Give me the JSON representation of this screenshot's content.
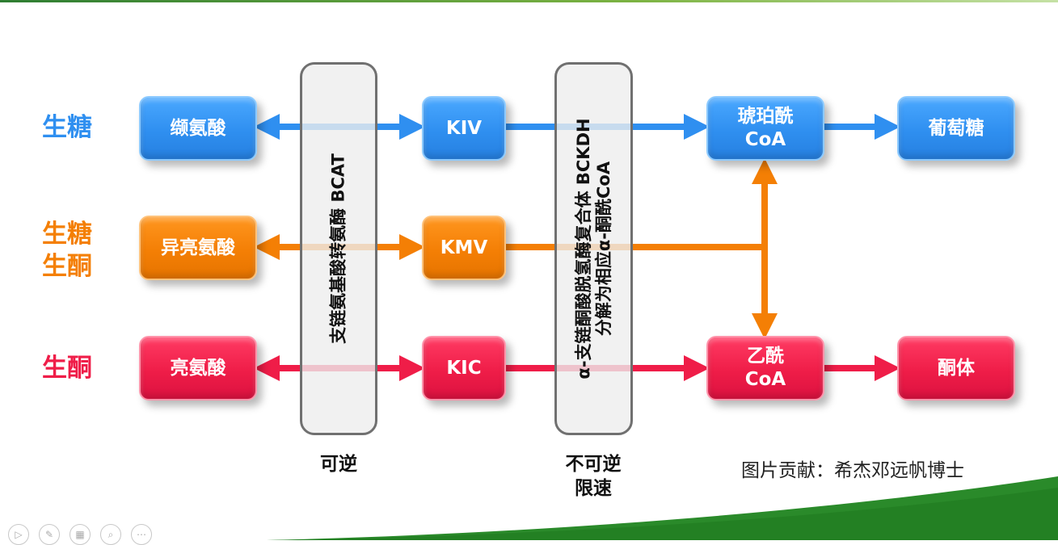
{
  "rows": [
    {
      "label": "生糖",
      "color": "#2f8ff0"
    },
    {
      "label_lines": [
        "生糖",
        "生酮"
      ],
      "color": "#f47f05"
    },
    {
      "label": "生酮",
      "color": "#ef1d48"
    }
  ],
  "boxes": {
    "valine": "缬氨酸",
    "isoleucine": "异亮氨酸",
    "leucine": "亮氨酸",
    "kiv": "KIV",
    "kmv": "KMV",
    "kic": "KIC",
    "succinyl_coa": [
      "琥珀酰",
      "CoA"
    ],
    "acetyl_coa": [
      "乙酰",
      "CoA"
    ],
    "glucose": "葡萄糖",
    "ketone_body": "酮体"
  },
  "enzymes": {
    "bcat": "支链氨基酸转氨酶 BCAT",
    "bckdh_line1": "α-支链酮酸脱氢酶复合体 BCKDH",
    "bckdh_line2": "分解为相应α-酮酰CoA"
  },
  "notes": {
    "reversible": "可逆",
    "irreversible_lines": [
      "不可逆",
      "限速"
    ]
  },
  "credit": "图片贡献：希杰邓远帆博士",
  "colors": {
    "blue": "#2f8ff0",
    "orange": "#f47f05",
    "red": "#ef1d48"
  }
}
